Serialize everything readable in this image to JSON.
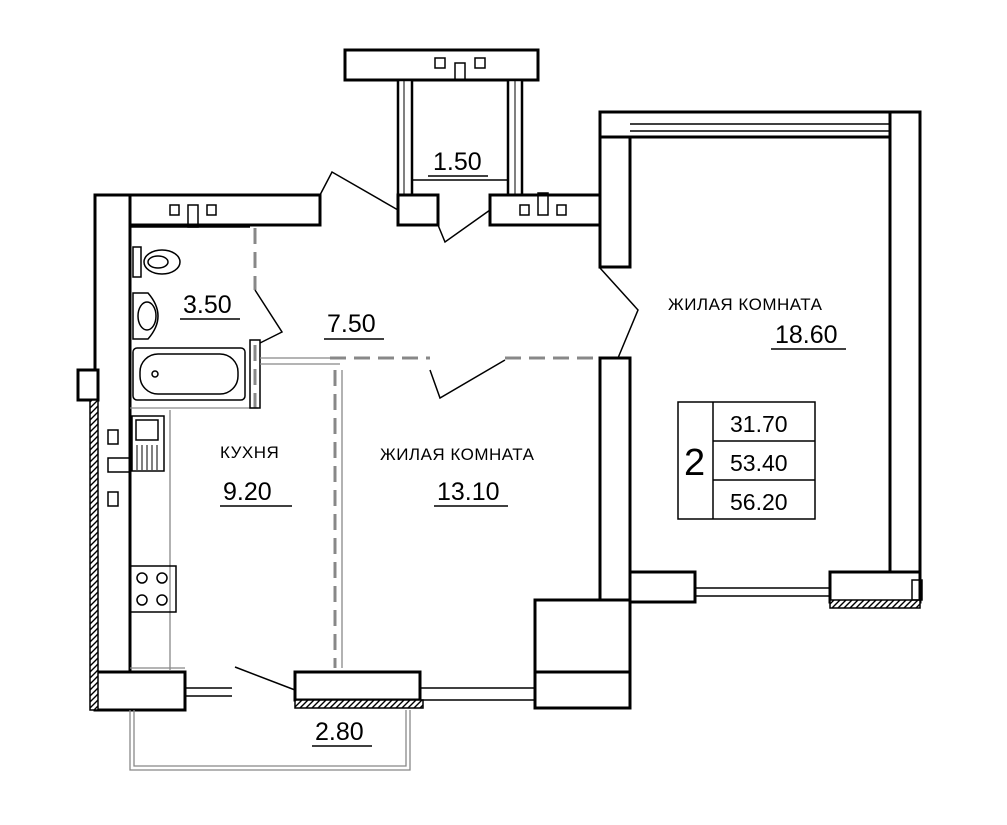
{
  "rooms": {
    "balcony_top": {
      "area": "1.50"
    },
    "bathroom": {
      "area": "3.50"
    },
    "hallway": {
      "area": "7.50"
    },
    "living_large": {
      "name": "ЖИЛАЯ КОМНАТА",
      "area": "18.60"
    },
    "kitchen": {
      "name": "КУХНЯ",
      "area": "9.20"
    },
    "living_small": {
      "name": "ЖИЛАЯ КОМНАТА",
      "area": "13.10"
    },
    "loggia_bottom": {
      "area": "2.80"
    }
  },
  "summary": {
    "rooms_count": "2",
    "living_area": "31.70",
    "total_area": "53.40",
    "total_area_with_balcony": "56.20"
  }
}
